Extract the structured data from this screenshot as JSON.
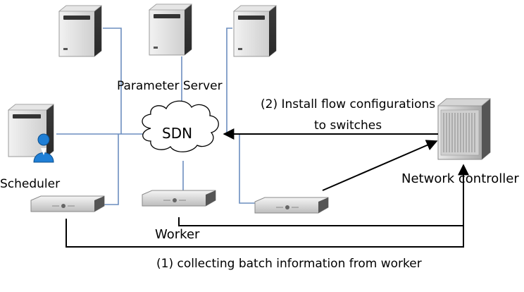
{
  "diagram": {
    "nodes": {
      "parameter_server": {
        "label": "Parameter Server",
        "icon": "tower-server-icon"
      },
      "sdn": {
        "label": "SDN",
        "icon": "cloud-icon"
      },
      "scheduler": {
        "label": "Scheduler",
        "icon": "server-with-user-icon"
      },
      "network_controller": {
        "label": "Network controller",
        "icon": "rack-server-icon"
      },
      "worker": {
        "label": "Worker",
        "icon": "rack-unit-icon"
      }
    },
    "annotations": {
      "install_line1": "(2)  Install flow configurations",
      "install_line2": "to switches",
      "collecting": "(1) collecting batch information from worker"
    },
    "colors": {
      "link_blue": "#6c8ebf",
      "arrow_black": "#000000",
      "server_body": "#d9d9d9",
      "server_dark": "#333333",
      "user_blue": "#1f7fd6"
    }
  }
}
